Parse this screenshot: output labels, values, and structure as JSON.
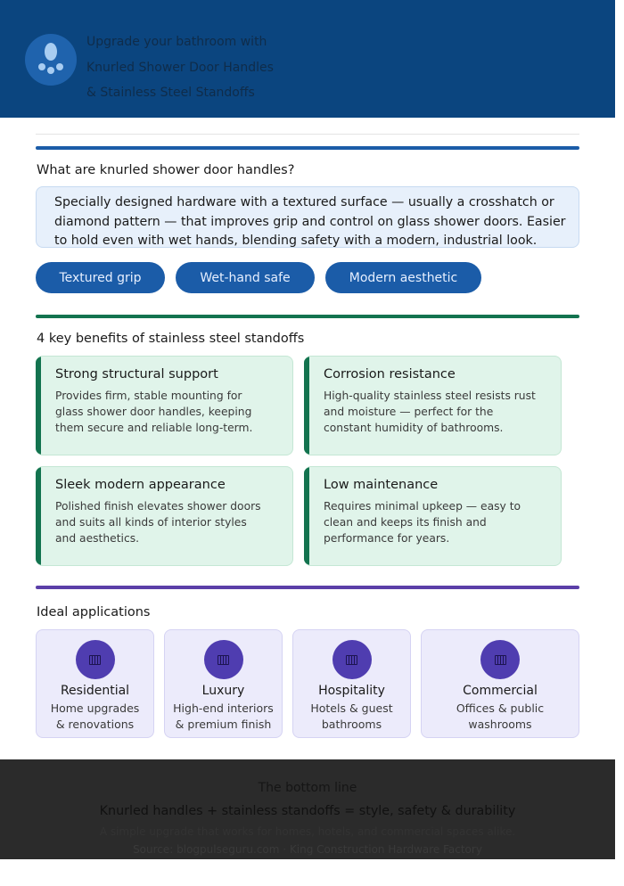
{
  "header": {
    "title_lines": [
      "Upgrade your bathroom with",
      "Knurled Shower Door Handles",
      "& Stainless Steel Standoffs"
    ],
    "icon": "water-drops-icon",
    "background": "#0b457f"
  },
  "section1": {
    "heading": "What are knurled shower door handles?",
    "definition": "Specially designed hardware with a textured surface — usually a crosshatch or diamond pattern — that improves grip and control on glass shower doors. Easier to hold even with wet hands, blending safety with a modern, industrial look.",
    "tags": [
      "Textured grip",
      "Wet-hand safe",
      "Modern aesthetic"
    ],
    "accent": "#1b5ca8"
  },
  "section2": {
    "heading": "4 key benefits of stainless steel standoffs",
    "accent": "#13734f",
    "benefits": [
      {
        "title": "Strong structural support",
        "desc": "Provides firm, stable mounting for glass shower door handles, keeping them secure and reliable long-term."
      },
      {
        "title": "Corrosion resistance",
        "desc": "High-quality stainless steel resists rust and moisture — perfect for the constant humidity of bathrooms."
      },
      {
        "title": "Sleek modern appearance",
        "desc": "Polished finish elevates shower doors and suits all kinds of interior styles and aesthetics."
      },
      {
        "title": "Low maintenance",
        "desc": "Requires minimal upkeep — easy to clean and keeps its finish and performance for years."
      }
    ]
  },
  "section3": {
    "heading": "Ideal applications",
    "accent": "#5b3fa8",
    "apps": [
      {
        "name": "Residential",
        "desc1": "Home upgrades",
        "desc2": "& renovations",
        "icon": "building-icon"
      },
      {
        "name": "Luxury",
        "desc1": "High-end interiors",
        "desc2": "& premium finish",
        "icon": "building-icon"
      },
      {
        "name": "Hospitality",
        "desc1": "Hotels & guest",
        "desc2": "bathrooms",
        "icon": "building-icon"
      },
      {
        "name": "Commercial",
        "desc1": "Offices & public",
        "desc2": "washrooms",
        "icon": "building-icon"
      }
    ]
  },
  "footer": {
    "heading": "The bottom line",
    "formula": "Knurled handles + stainless standoffs = style, safety & durability",
    "subtext": "A simple upgrade that works for homes, hotels, and commercial spaces alike.",
    "source": "Source: blogpulseguru.com · King Construction Hardware Factory",
    "background": "#2b2b2b"
  }
}
